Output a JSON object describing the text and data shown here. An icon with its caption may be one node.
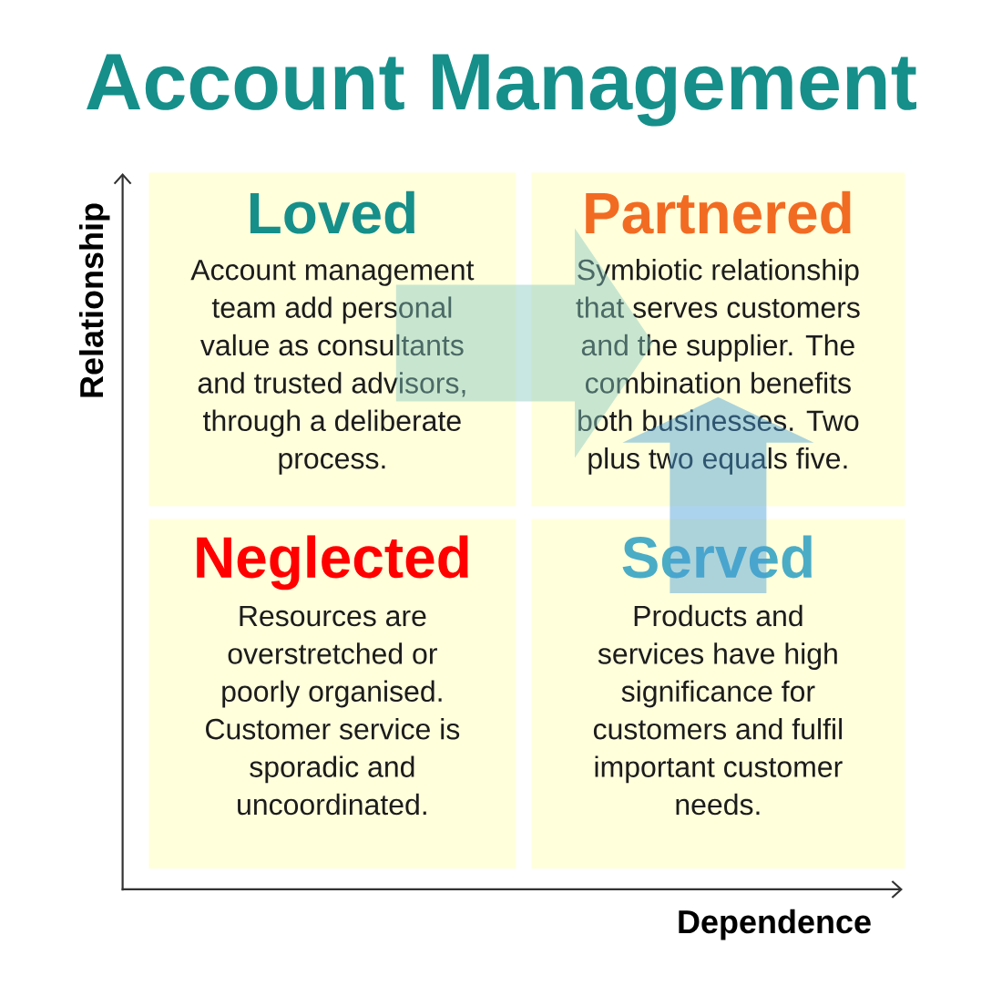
{
  "diagram": {
    "title": "Account Management",
    "nodes": [
      {
        "text": [
          "Loved",
          "Account management team add personal value as consultants and trusted advisors, through a deliberate process."
        ]
      },
      {
        "text": [
          "Partnered",
          "Symbiotic relationship that serves customers and the supplier. The combination benefits both businesses. Two plus two equals five."
        ]
      },
      {
        "text": [
          "Neglected",
          "Resources are overstretched or poorly organised. Customer service is sporadic and uncoordinated."
        ]
      },
      {
        "text": [
          "Served",
          "Products and services have high significance for customers and fulfil important customer needs."
        ]
      }
    ],
    "edges": [
      {
        "from": 0,
        "to": 1,
        "arrow": "to",
        "style": "thick",
        "color": "#c8e6cf"
      },
      {
        "from": 3,
        "to": 1,
        "arrow": "to",
        "style": "thick",
        "color": "#acd3da"
      }
    ],
    "labels": [
      "Relationship",
      "Dependence"
    ]
  }
}
